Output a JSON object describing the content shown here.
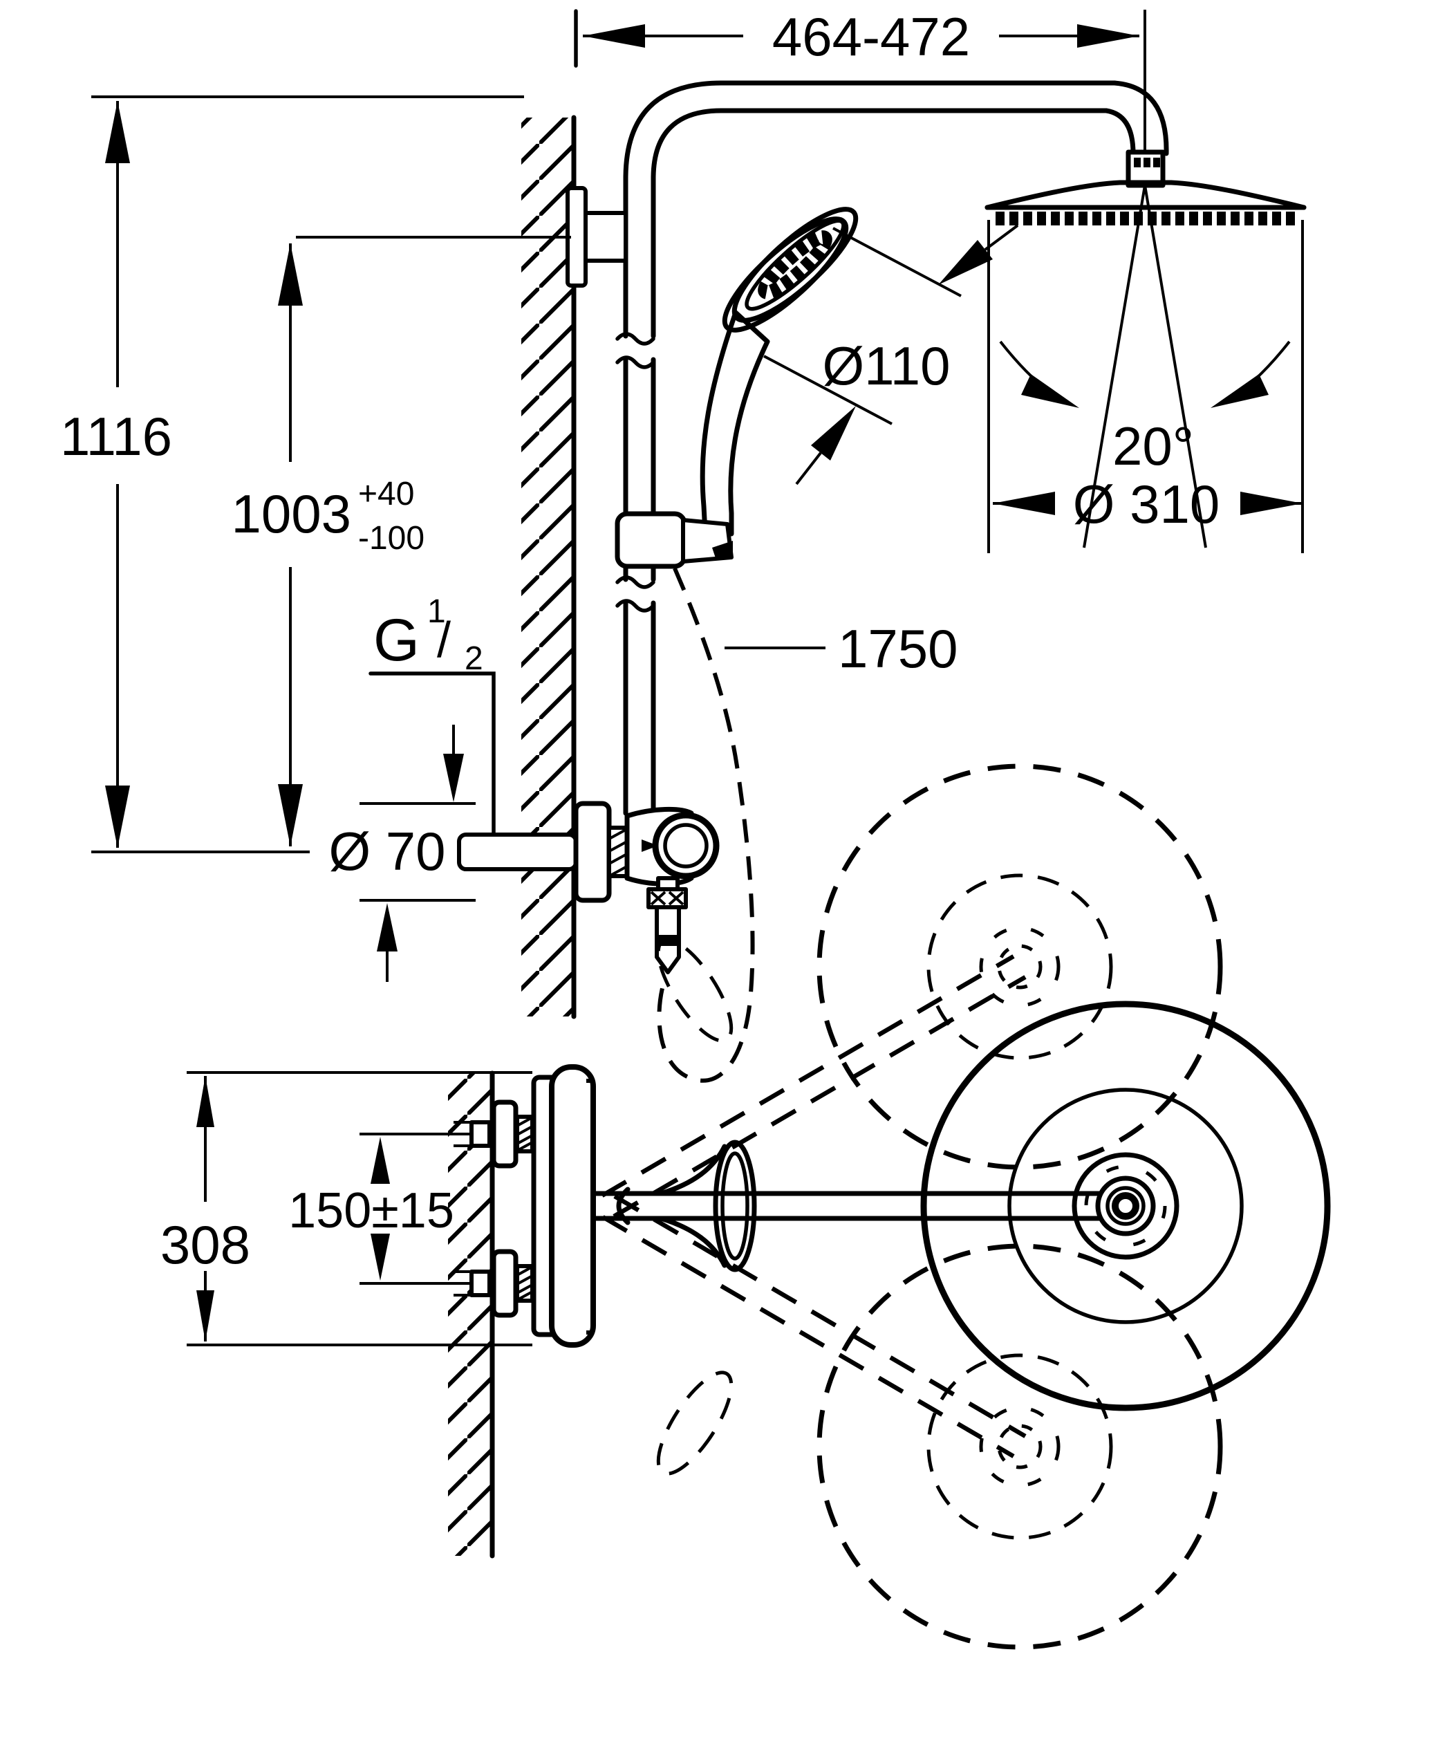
{
  "drawing_type": "shower-system-installation-dimensional-drawing",
  "colors": {
    "ink": "#000000",
    "paper": "#ffffff"
  },
  "dims": {
    "width_top": "464-472",
    "total_height": "1116",
    "rail_height": "1003",
    "rail_tol_plus": "+40",
    "rail_tol_minus": "-100",
    "thread_g": "G",
    "thread_num": "1",
    "thread_slash": "/",
    "thread_den": "2",
    "hand_shower_diameter": "Ø110",
    "head_angle": "20°",
    "head_diameter": "Ø 310",
    "hose_length": "1750",
    "escutcheon_diameter": "Ø 70",
    "trim_length": "308",
    "supply_spacing": "150±15"
  }
}
